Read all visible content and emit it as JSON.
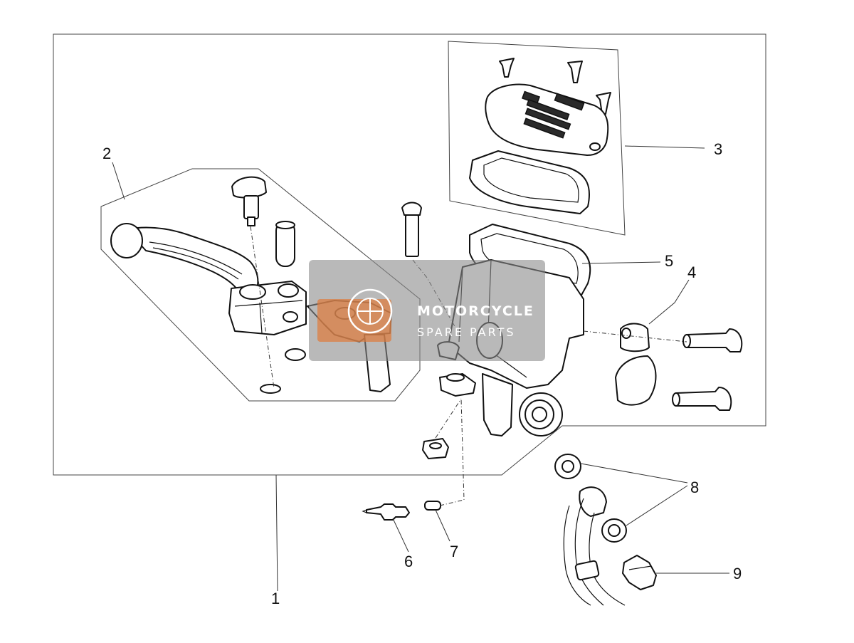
{
  "callouts": {
    "c1": "1",
    "c2": "2",
    "c3": "3",
    "c4": "4",
    "c5": "5",
    "c6": "6",
    "c7": "7",
    "c8": "8",
    "c9": "9"
  },
  "watermark": {
    "line1": "MOTORCYCLE",
    "line2": "SPARE PARTS"
  },
  "colors": {
    "watermark_bg": "#8a8a8a",
    "watermark_accent": "#e07a3a",
    "line": "#111111"
  }
}
